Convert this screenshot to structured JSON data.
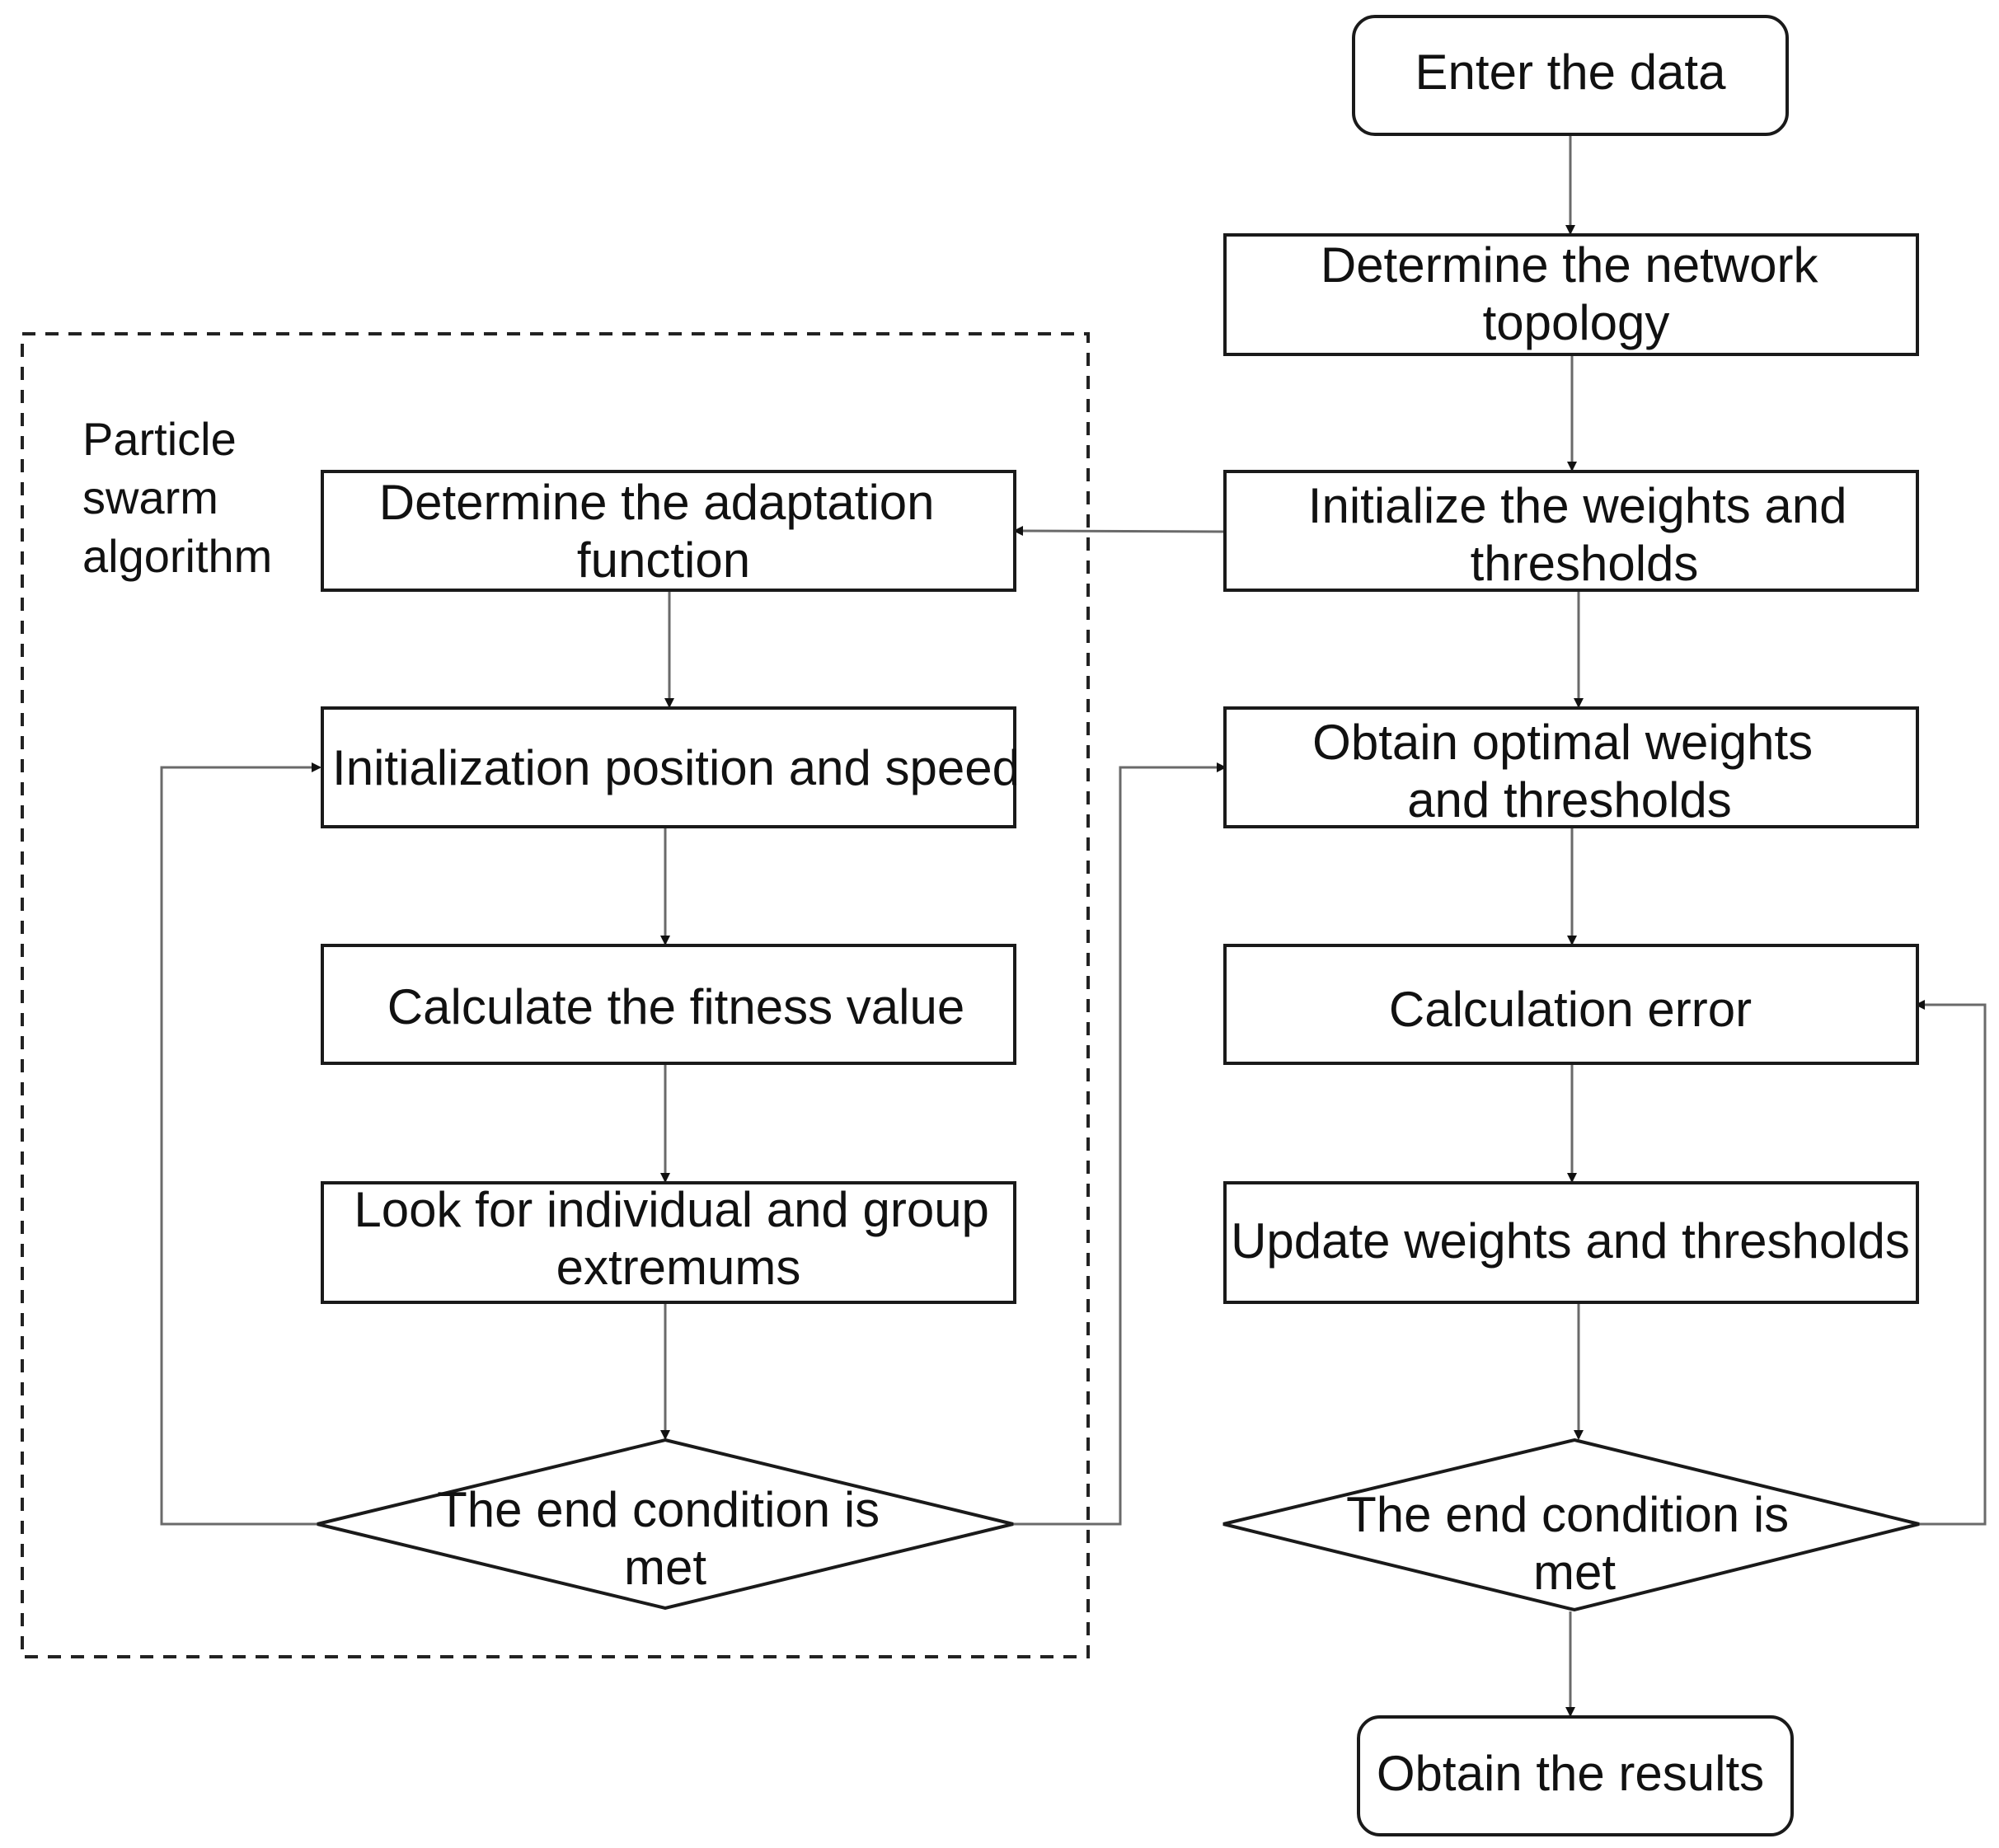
{
  "group": {
    "label_lines": [
      "Particle",
      "swarm",
      "algorithm"
    ]
  },
  "nodes": {
    "enter_data": {
      "lines": [
        "Enter the data"
      ]
    },
    "network_topology": {
      "lines": [
        "Determine the network",
        "topology"
      ]
    },
    "init_weights": {
      "lines": [
        "Initialize the weights and",
        "thresholds"
      ]
    },
    "obtain_optimal": {
      "lines": [
        "Obtain optimal weights",
        "and thresholds"
      ]
    },
    "calc_error": {
      "lines": [
        "Calculation error"
      ]
    },
    "update_weights": {
      "lines": [
        "Update weights and thresholds"
      ]
    },
    "end_condition_right": {
      "lines": [
        "The end condition is",
        "met"
      ]
    },
    "obtain_results": {
      "lines": [
        "Obtain the results"
      ]
    },
    "adaptation_function": {
      "lines": [
        "Determine the adaptation",
        "function"
      ]
    },
    "init_position_speed": {
      "lines": [
        "Initialization position and speed"
      ]
    },
    "fitness_value": {
      "lines": [
        "Calculate the fitness value"
      ]
    },
    "extremums": {
      "lines": [
        "Look for individual and group",
        "extremums"
      ]
    },
    "end_condition_left": {
      "lines": [
        "The end condition is",
        "met"
      ]
    }
  }
}
